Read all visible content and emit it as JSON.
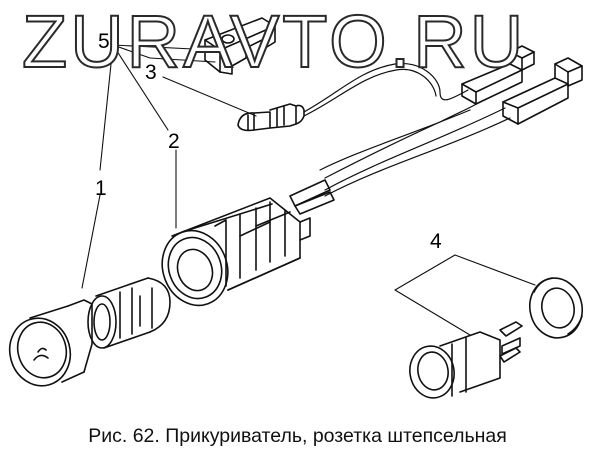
{
  "watermark": "ZURAVTO.RU",
  "labels": {
    "l1": "1",
    "l2": "2",
    "l3": "3",
    "l4": "4",
    "l5": "5"
  },
  "caption": "Рис. 62. Прикуриватель, розетка штепсельная"
}
